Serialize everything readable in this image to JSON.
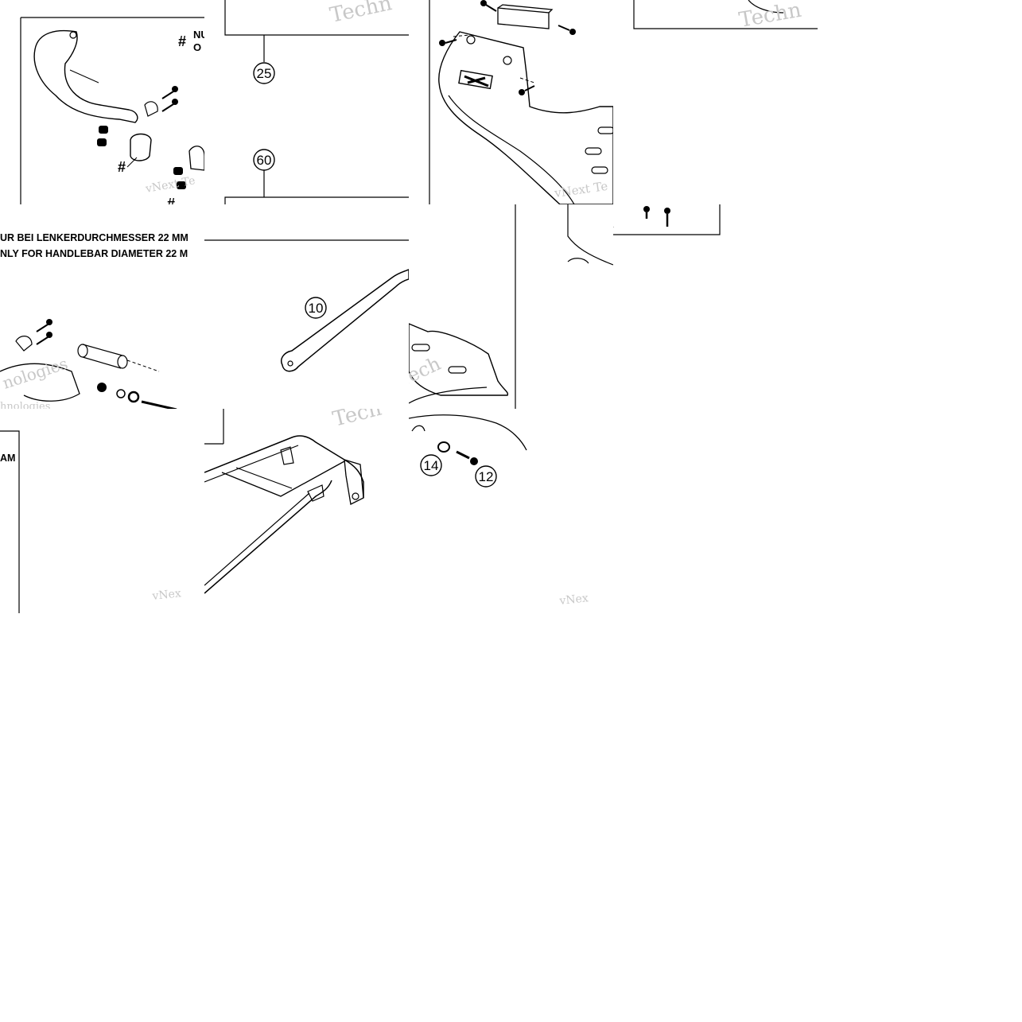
{
  "callouts": {
    "c25": "25",
    "c60": "60",
    "c10": "10",
    "c14": "14",
    "c12": "12"
  },
  "notes": {
    "hash": "#",
    "nur_fragment": "NU",
    "only_fragment": "O",
    "handlebar_de": "UR BEI LENKERDURCHMESSER 22 MM",
    "handlebar_en": "NLY FOR HANDLEBAR DIAMETER 22 M",
    "am_fragment": "AM"
  },
  "watermarks": {
    "vnext": "vNext Te",
    "vnex": "vNex",
    "techn": "Techn",
    "tech": "Tech",
    "nologies": "nologies",
    "hnologies": "hnologies"
  }
}
